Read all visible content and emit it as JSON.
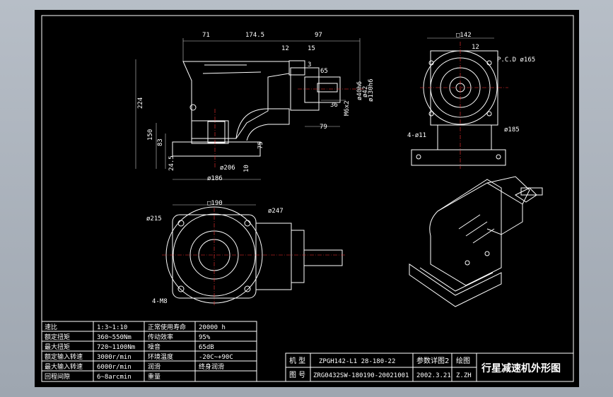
{
  "dimensions": {
    "d71": "71",
    "d174_5": "174.5",
    "d97": "97",
    "d12": "12",
    "d15": "15",
    "d3": "3",
    "d65": "65",
    "d36": "36",
    "dM6": "M6x2",
    "d40": "ø40h6",
    "d42": "ø42",
    "d130": "ø130h6",
    "d79": "79",
    "d224": "224",
    "d150": "150",
    "d83": "83",
    "d75": "75",
    "d24_5": "24.5",
    "d10": "10",
    "d206": "ø206",
    "d186": "ø186",
    "sq142": "□142",
    "s12": "12",
    "pcd": "P.C.D ø165",
    "h4": "4-ø11",
    "d185": "ø185",
    "sq190": "□190",
    "d215": "ø215",
    "d247": "ø247",
    "h4m": "4-M8"
  },
  "spec_table": {
    "rows": [
      [
        "速比",
        "1:3~1:10",
        "正常使用寿命",
        "20000 h"
      ],
      [
        "额定扭矩",
        "360~550Nm",
        "传动效率",
        "95%"
      ],
      [
        "最大扭矩",
        "720~1100Nm",
        "噪音",
        "65dB"
      ],
      [
        "额定输入转速",
        "3000r/min",
        "环境温度",
        "-20C~+90C"
      ],
      [
        "最大输入转速",
        "6000r/min",
        "润滑",
        "终身润滑"
      ],
      [
        "回程间隙",
        "6~8arcmin",
        "重量",
        ""
      ]
    ]
  },
  "title_block": {
    "l1": "机 型",
    "v1": "ZPGH142-L1 28-180-22",
    "m1": "参数详图2",
    "r1": "绘图",
    "l2": "图 号",
    "v2": "ZRG0432SW-180190-20021001",
    "m2": "2002.3.21",
    "r2": "Z.ZH",
    "drawing_title": "行星减速机外形图"
  }
}
